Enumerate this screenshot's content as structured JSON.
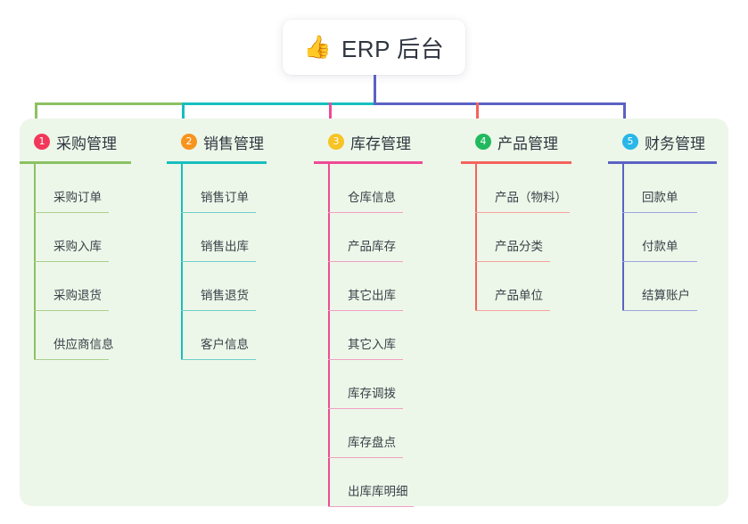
{
  "root": {
    "icon": "thumbs-up-icon",
    "emoji": "👍",
    "title": "ERP 后台"
  },
  "colors": {
    "page_background": "#ffffff",
    "panel_background": "#edf7e9",
    "root_card": "#ffffff",
    "text": "#2f3640",
    "trunk": "#5b62c4"
  },
  "columns": [
    {
      "number": "1",
      "label": "采购管理",
      "badge_color": "#f2385a",
      "rule_color": "#8cc163",
      "line_color": "#8cc163",
      "leaf_color": "#a9cf8c",
      "items": [
        "采购订单",
        "采购入库",
        "采购退货",
        "供应商信息"
      ]
    },
    {
      "number": "2",
      "label": "销售管理",
      "badge_color": "#f7941e",
      "rule_color": "#17bfbf",
      "line_color": "#17bfbf",
      "leaf_color": "#6fcfcb",
      "items": [
        "销售订单",
        "销售出库",
        "销售退货",
        "客户信息"
      ]
    },
    {
      "number": "3",
      "label": "库存管理",
      "badge_color": "#f7c325",
      "rule_color": "#ef4a95",
      "line_color": "#ef4a95",
      "leaf_color": "#f0a0c4",
      "items": [
        "仓库信息",
        "产品库存",
        "其它出库",
        "其它入库",
        "库存调拨",
        "库存盘点",
        "出库库明细"
      ]
    },
    {
      "number": "4",
      "label": "产品管理",
      "badge_color": "#22b95e",
      "rule_color": "#f4635c",
      "line_color": "#f4635c",
      "leaf_color": "#f5a49e",
      "items": [
        "产品（物料）",
        "产品分类",
        "产品单位"
      ]
    },
    {
      "number": "5",
      "label": "财务管理",
      "badge_color": "#29b6e8",
      "rule_color": "#5b62c4",
      "line_color": "#5b62c4",
      "leaf_color": "#9aa5dd",
      "items": [
        "回款单",
        "付款单",
        "结算账户"
      ]
    }
  ]
}
